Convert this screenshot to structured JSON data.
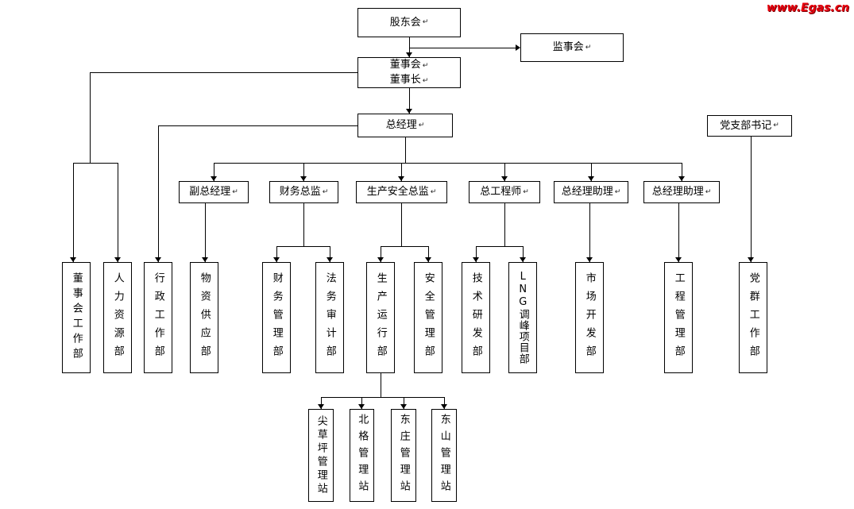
{
  "watermark": "www.Egas.cn",
  "colors": {
    "watermark_red": "#e8000d",
    "line_black": "#000000"
  },
  "marks": {
    "paragraph": "↵"
  },
  "org": {
    "top": {
      "shareholders": "股东会",
      "supervisory_board": "监事会",
      "board_of_directors": "董事会",
      "board_chairman": "董事长",
      "general_manager": "总经理",
      "party_branch_secretary": "党支部书记"
    },
    "executives": [
      {
        "label": "副总经理"
      },
      {
        "label": "财务总监"
      },
      {
        "label": "生产安全总监"
      },
      {
        "label": "总工程师"
      },
      {
        "label": "总经理助理"
      },
      {
        "label": "总经理助理"
      }
    ],
    "departments": [
      {
        "label": "董事会工作部"
      },
      {
        "label": "人力资源部"
      },
      {
        "label": "行政工作部"
      },
      {
        "label": "物资供应部"
      },
      {
        "label": "财务管理部"
      },
      {
        "label": "法务审计部"
      },
      {
        "label": "生产运行部"
      },
      {
        "label": "安全管理部"
      },
      {
        "label": "技术研发部"
      },
      {
        "label": "LNG调峰项目部"
      },
      {
        "label": "市场开发部"
      },
      {
        "label": "工程管理部"
      },
      {
        "label": "党群工作部"
      }
    ],
    "stations": [
      {
        "label": "尖草坪管理站"
      },
      {
        "label": "北格管理站"
      },
      {
        "label": "东庄管理站"
      },
      {
        "label": "东山管理站"
      }
    ]
  }
}
